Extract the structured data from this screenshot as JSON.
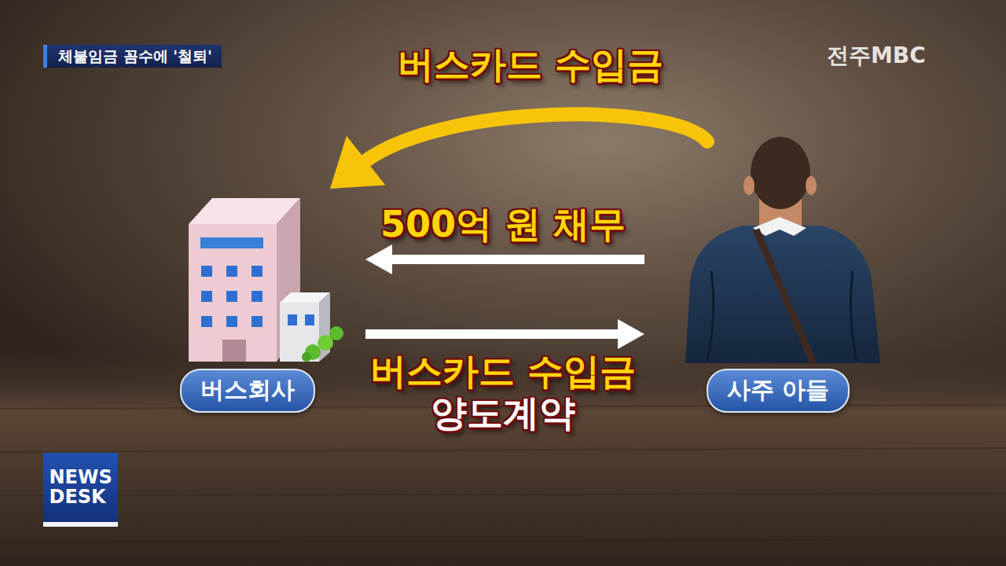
{
  "diagram": {
    "title": "체불임금 꼼수에 '철퇴'",
    "nodes": [
      {
        "text": [
          "버스회사"
        ]
      },
      {
        "text": [
          "사주 아들"
        ]
      }
    ],
    "edges": [
      {
        "from": 1,
        "to": 0,
        "arrow": "to",
        "label": "버스카드 수입금"
      },
      {
        "from": 1,
        "to": 0,
        "arrow": "to",
        "label": "500억 원 채무"
      },
      {
        "from": 0,
        "to": 1,
        "arrow": "to",
        "label": "버스카드 수입금 양도계약"
      }
    ],
    "labels": [
      "전주MBC",
      "NEWS DESK"
    ]
  }
}
